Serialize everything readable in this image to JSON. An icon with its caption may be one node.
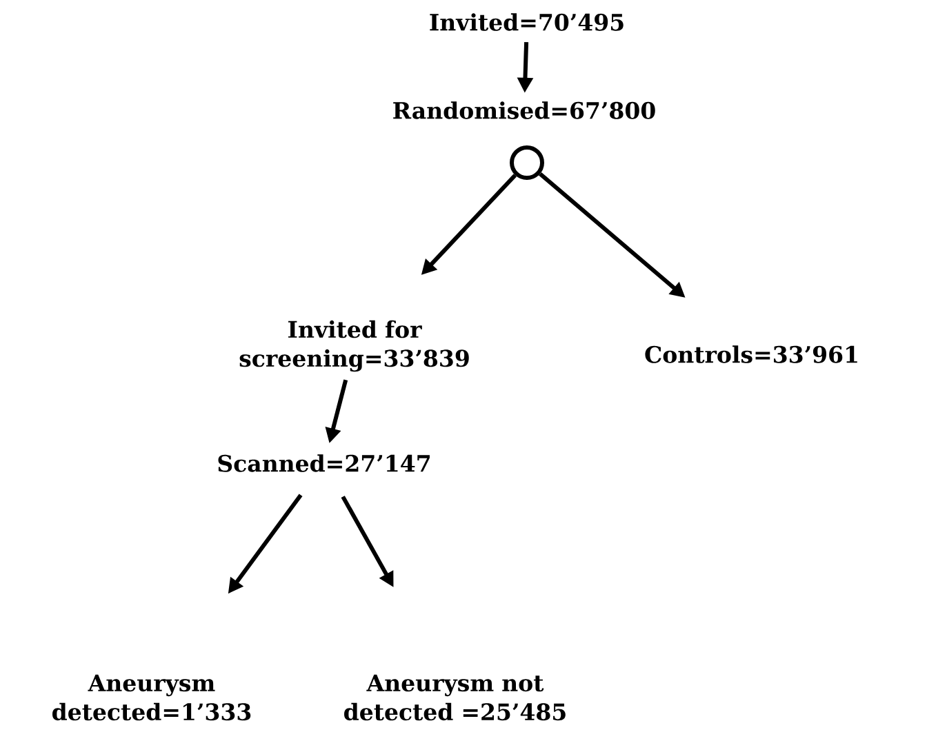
{
  "diagram": {
    "nodes": [
      {
        "text": [
          "Invited=70’495"
        ]
      },
      {
        "text": [
          "Randomised=67’800"
        ]
      },
      {
        "text": [],
        "shape": "circle"
      },
      {
        "text": [
          "Invited for screening=33’839"
        ]
      },
      {
        "text": [
          "Controls=33’961"
        ]
      },
      {
        "text": [
          "Scanned=27’147"
        ]
      },
      {
        "text": [
          "Aneurysm detected=1’333"
        ]
      },
      {
        "text": [
          "Aneurysm not detected =25’485"
        ]
      }
    ],
    "edges": [
      {
        "from": 0,
        "to": 1,
        "arrow": "to"
      },
      {
        "from": 2,
        "to": 3,
        "arrow": "to"
      },
      {
        "from": 2,
        "to": 4,
        "arrow": "to"
      },
      {
        "from": 3,
        "to": 5,
        "arrow": "to"
      },
      {
        "from": 5,
        "to": 6,
        "arrow": "to"
      },
      {
        "from": 5,
        "to": 7,
        "arrow": "to"
      }
    ]
  }
}
